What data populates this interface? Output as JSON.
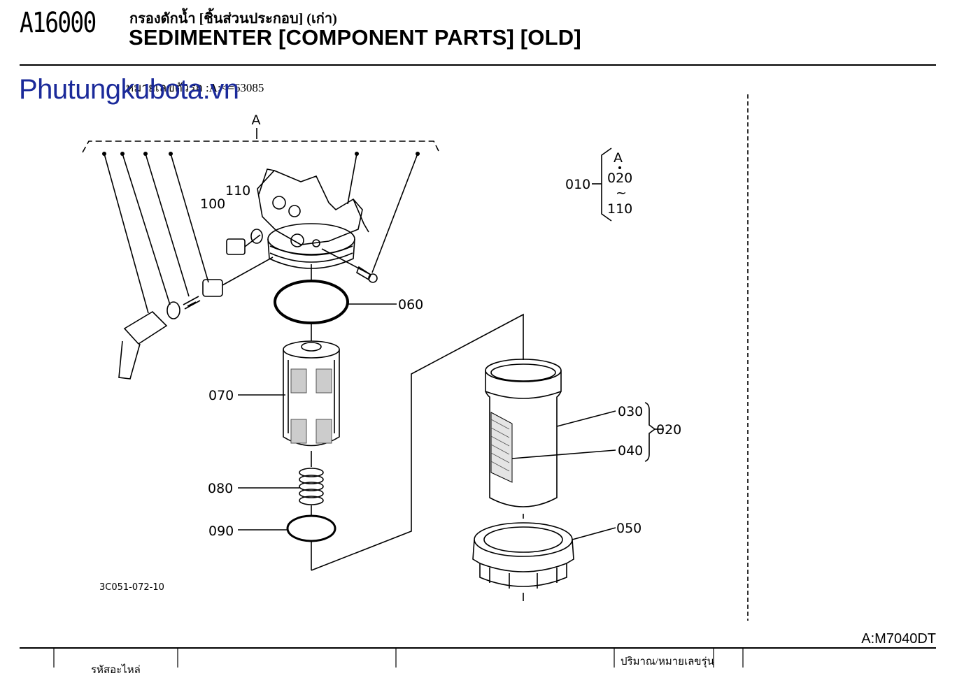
{
  "header": {
    "code": "A16000",
    "title_thai": "กรองดักน้ำ [ชิ้นส่วนประกอบ] (เก่า)",
    "title_en": "SEDIMENTER [COMPONENT PARTS] [OLD]"
  },
  "watermark": "Phutungkubota.vn",
  "serial_note": "หมายเลขตัวรถ :A:<=63085",
  "diagram": {
    "assembly_letter": "A",
    "figure_code": "3C051-072-10",
    "labels": {
      "p010": "010",
      "p020": "020",
      "p030": "030",
      "p040": "040",
      "p050": "050",
      "p060": "060",
      "p070": "070",
      "p080": "080",
      "p090": "090",
      "p100": "100",
      "p110": "110"
    },
    "legend": {
      "letter": "A",
      "from": "020",
      "tilde": "~",
      "to": "110"
    }
  },
  "model_code": "A:M7040DT",
  "table": {
    "qty_header": "ปริมาณ/หมายเลขรุ่น",
    "partno_header": "รหัสอะไหล่"
  }
}
